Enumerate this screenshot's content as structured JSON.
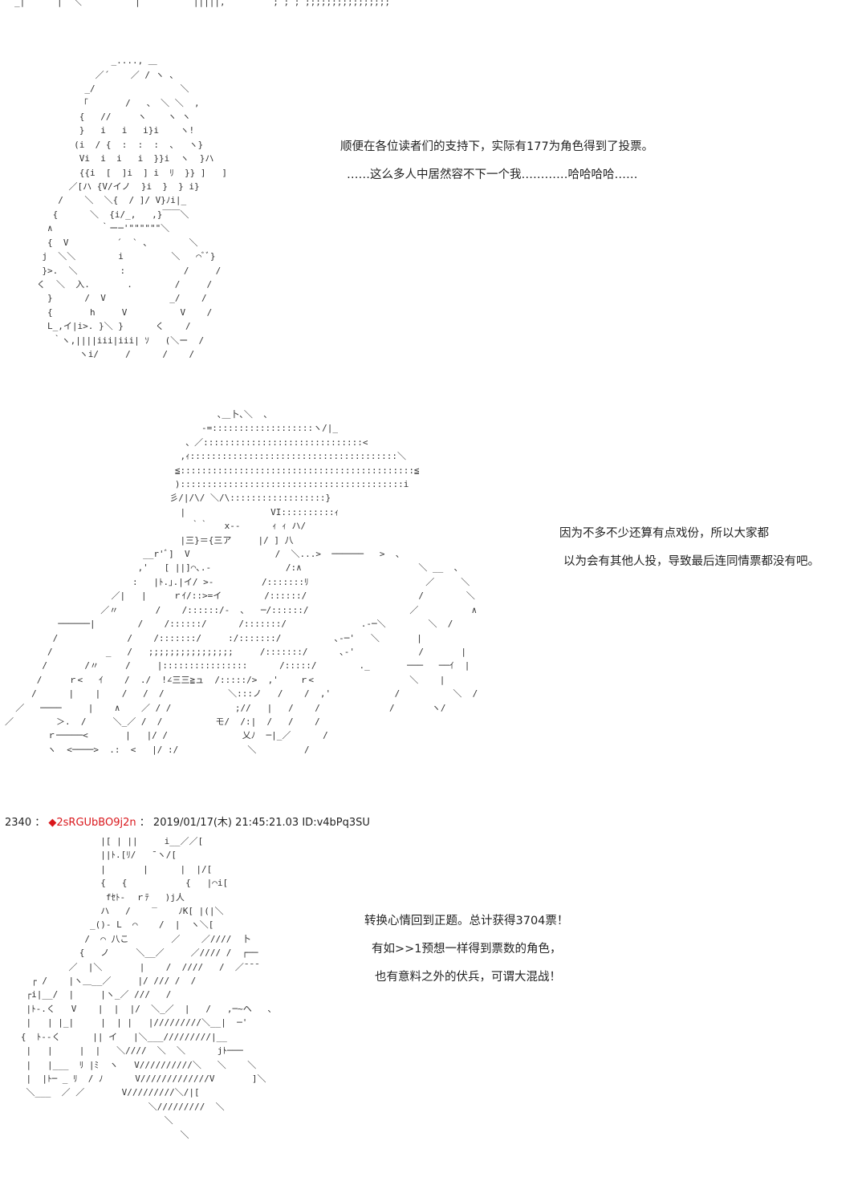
{
  "page": {
    "top_strip": "_|      |  ＼          |          |||||,         ; ; ; ;;;;;;;;;;;;;;;;",
    "art1": " \n                    _...., ＿ \n                 ／´    ／ / ヽ 、\n               _/                ＼\n              「       /   、 ＼ ＼  ,\n              {   //     ヽ    ヽ ヽ\n              }   i   i   i}i    ヽ!\n             (i  / {  :  :  :  、  ヽ}\n              Vi  i  i   i  }}i  ヽ  }ハ\n              {{i  [  ]i  ] i  ﾘ  }} ]   ]\n            ／[ハ {V/イノ  }i  }  } i}\n          /    ＼  ＼{  / ]/ V}ﾉi|_\n         {      ＼  {i/_,   ,}￣￣＼\n        ∧         ｀ー─'\"\"\"\"\"\"＼\n        {  V         ´  ` 、       ＼\n       j  ＼＼        i         ＼   ⌒ﾞﾞ}\n       }>.  ＼        :           /     /\n      く  ＼  入.       .        /     /\n        }      /  V            _/    /\n        {       h     V          V    /\n        L_,イ|i>. }＼ }      く    /\n         ｀ヽ,||||iii|iii| ｿ   (＼ー  /\n              ヽi/     /      /    /",
    "caption1": {
      "line1": "顺便在各位读者们的支持下，实际有177为角色得到了投票。",
      "line2": "……这么多人中居然容不下一个我…………哈哈哈哈……"
    },
    "art2": "                                        ､＿卜､＼  、\n                                     -=:::::::::::::::::::ヽ/|_\n                                  、／::::::::::::::::::::::::::::::<\n                                 ,ｨ:::::::::::::::::::::::::::::::::::::::＼\n                                ≦::::::::::::::::::::::::::::::::::::::::::::≦\n                                )::::::::::::::::::::::::::::::::::::::::::i\n                               彡/|/\\/ ＼/\\::::::::::::::::::}\n                                 |                VI::::::::::ｨ\n                                   ｀｀   x--      ｨ ｨ ハ/\n                                 |三}＝{三ア     |/ ] 八\n                          __r'ﾞ]  V                /  ＼...>  ──────   >  、\n                         ,'   [ ||]⌒､.-              /:∧                      ＼ __  、\n                        :   |ﾄ.｣.|イ/ >-         /:::::::ﾘ                      ／     ＼\n                    ／|   |     ｒｲ/::>=イ        /::::::/                     /        ＼\n                  ／〃       /    /::::::/-  ､   ─/::::::/                   ／          ∧\n          ──────|        /    /::::::/      /:::::::/              .-─＼        ＼  /\n         /             /    /:::::::/     :/:::::::/          ､-─'   ＼       |\n        /          _   /   ;;;;;;;;;;;;;;;;     /:::::::/      ､-'            /       |\n       /       /〃     /     |::::::::::::::::      /:::::/        ._       ───   ──ｲ  |\n      /     ｒ<   ｲ    /  ./  !∠三三≧ュ  /:::::/>  ,'    ｒ<                  ＼    |\n     /      |    |    /   /  /            ＼:::ノ   /    /  ,'            /          ＼  /\n  ／   ────     |    ∧    ／ / /            ;//   |   /    /             /       ヽ/\n／        ＞.  /     ＼_／ /  /          モ/  /:|  /   /    /\n        ｒ─────<       |   |/ /              乂ﾉ  ─|_／      /\n        ヽ  <────>  .:  <   |/ :/             ＼         /",
    "caption2": {
      "line1": "因为不多不少还算有点戏份，所以大家都",
      "line2": "以为会有其他人投，导致最后连同情票都没有吧。"
    },
    "post": {
      "number": "2340",
      "separator": "：",
      "name_marker": "◆",
      "tripcode": "2sRGUbBO9j2n",
      "date": "2019/01/17(木)",
      "time": "21:45:21.03",
      "id": "ID:v4bPq3SU"
    },
    "art3": "                  |[ | ||     i__／／[\n                  ||ﾄ.[ﾘ/   ¯ヽ/[\n                  |       |      |  |/[\n                  {   {           {   |⌒i[\n                   fｾﾄ-  ｒﾃ   )j人\n                  ハ   /    ‾    ﾉK[ |(|＼\n                _()- L  ⌒    /  |  ヽ＼[\n               /  ⌒ 八こ        ／    ／////  卜\n              {   ノ     ＼__／     ／//// /  ┌──\n            ／  |＼       |    /  ////   /  ／¯¯¯\n     ┌ /    |ヽ＿__／     |/ /// /  /\n    ┌i|__/  |     |ヽ_／ ///   /\n    |ﾄ-.く   V    |  |  |/  ＼_／  |   /   ,─~ヘ   ､\n    |   | |_|     |  | |   |/////////＼__|  ─'\n   {  ﾄ--く      || イ   |＼___/////////|__\n    |   |     |  |   ＼////  ＼  ＼      jﾄ───\n    |   |___  ﾘ |ﾐ  ヽ   V//////////＼   ＼    ＼\n    |  |ﾄ─ _ ﾘ  / ﾉ      V/////////////V       ]＼\n    ＼___  ／ ／       V/////////＼/|[\n                           ＼/////////  ＼\n                              ＼\n                                 ＼",
    "caption3": {
      "line1": "转换心情回到正题。总计获得3704票！",
      "line2": "有如>>1预想一样得到票数的角色，",
      "line3": "也有意料之外的伏兵，可谓大混战！"
    },
    "colors": {
      "tripcode": "#d9161b",
      "text": "#222222",
      "art": "#333333"
    }
  }
}
